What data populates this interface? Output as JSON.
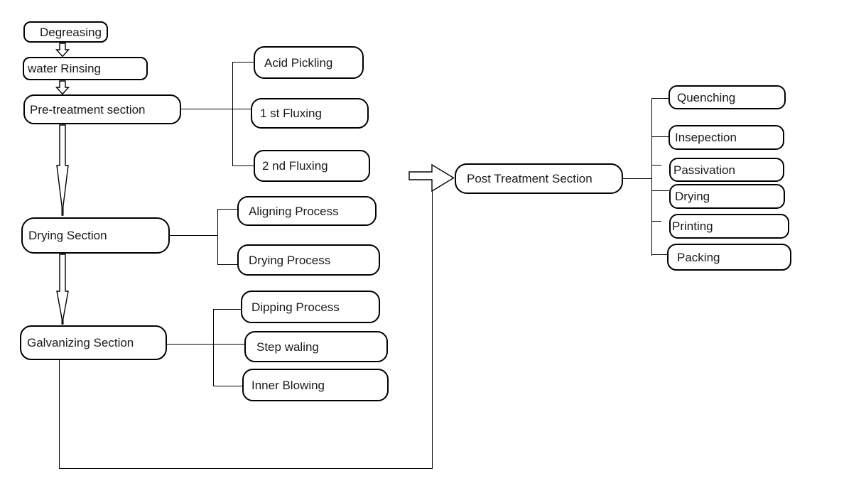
{
  "diagram": {
    "nodes": {
      "degreasing": {
        "label": "Degreasing"
      },
      "water": {
        "label": "water Rinsing"
      },
      "pretreat": {
        "label": "Pre-treatment section"
      },
      "acid": {
        "label": "Acid Pickling"
      },
      "flux1": {
        "label": "1 st Fluxing"
      },
      "flux2": {
        "label": "2 nd Fluxing"
      },
      "dryingsec": {
        "label": "Drying Section"
      },
      "align": {
        "label": "Aligning Process"
      },
      "dryproc": {
        "label": "Drying Process"
      },
      "galv": {
        "label": "Galvanizing Section"
      },
      "dip": {
        "label": "Dipping Process"
      },
      "step": {
        "label": "Step waling"
      },
      "inner": {
        "label": "Inner Blowing"
      },
      "post": {
        "label": "Post Treatment Section"
      },
      "quench": {
        "label": "Quenching"
      },
      "insep": {
        "label": "Insepection"
      },
      "passiv": {
        "label": "Passivation"
      },
      "dry": {
        "label": "Drying"
      },
      "print": {
        "label": "Printing"
      },
      "pack": {
        "label": "Packing"
      }
    },
    "edges": [
      {
        "from": "Degreasing",
        "to": "water Rinsing",
        "style": "hollow-down-arrow"
      },
      {
        "from": "water Rinsing",
        "to": "Pre-treatment section",
        "style": "hollow-down-arrow"
      },
      {
        "from": "Pre-treatment section",
        "to": "Acid Pickling",
        "style": "bracket-line"
      },
      {
        "from": "Pre-treatment section",
        "to": "1 st Fluxing",
        "style": "bracket-line"
      },
      {
        "from": "Pre-treatment section",
        "to": "2 nd Fluxing",
        "style": "bracket-line"
      },
      {
        "from": "Pre-treatment section",
        "to": "Drying Section",
        "style": "hollow-down-arrow-long"
      },
      {
        "from": "Drying Section",
        "to": "Aligning Process",
        "style": "bracket-line"
      },
      {
        "from": "Drying Section",
        "to": "Drying Process",
        "style": "bracket-line"
      },
      {
        "from": "Drying Section",
        "to": "Galvanizing Section",
        "style": "hollow-down-arrow-long"
      },
      {
        "from": "Galvanizing Section",
        "to": "Dipping Process",
        "style": "bracket-line"
      },
      {
        "from": "Galvanizing Section",
        "to": "Step waling",
        "style": "bracket-line"
      },
      {
        "from": "Galvanizing Section",
        "to": "Inner Blowing",
        "style": "bracket-line"
      },
      {
        "from": "Galvanizing Section",
        "to": "Post Treatment Section",
        "style": "feedback-line-with-hollow-right-arrow"
      },
      {
        "from": "Post Treatment Section",
        "to": "Quenching",
        "style": "bracket-line"
      },
      {
        "from": "Post Treatment Section",
        "to": "Insepection",
        "style": "bracket-line"
      },
      {
        "from": "Post Treatment Section",
        "to": "Passivation",
        "style": "bracket-line"
      },
      {
        "from": "Post Treatment Section",
        "to": "Drying",
        "style": "bracket-line"
      },
      {
        "from": "Post Treatment Section",
        "to": "Printing",
        "style": "bracket-line"
      },
      {
        "from": "Post Treatment Section",
        "to": "Packing",
        "style": "bracket-line"
      }
    ],
    "colors": {
      "line": "#000000",
      "box_border": "#000000",
      "box_background": "#ffffff",
      "canvas_background": "#ffffff",
      "text": "#1a1a1a"
    }
  }
}
